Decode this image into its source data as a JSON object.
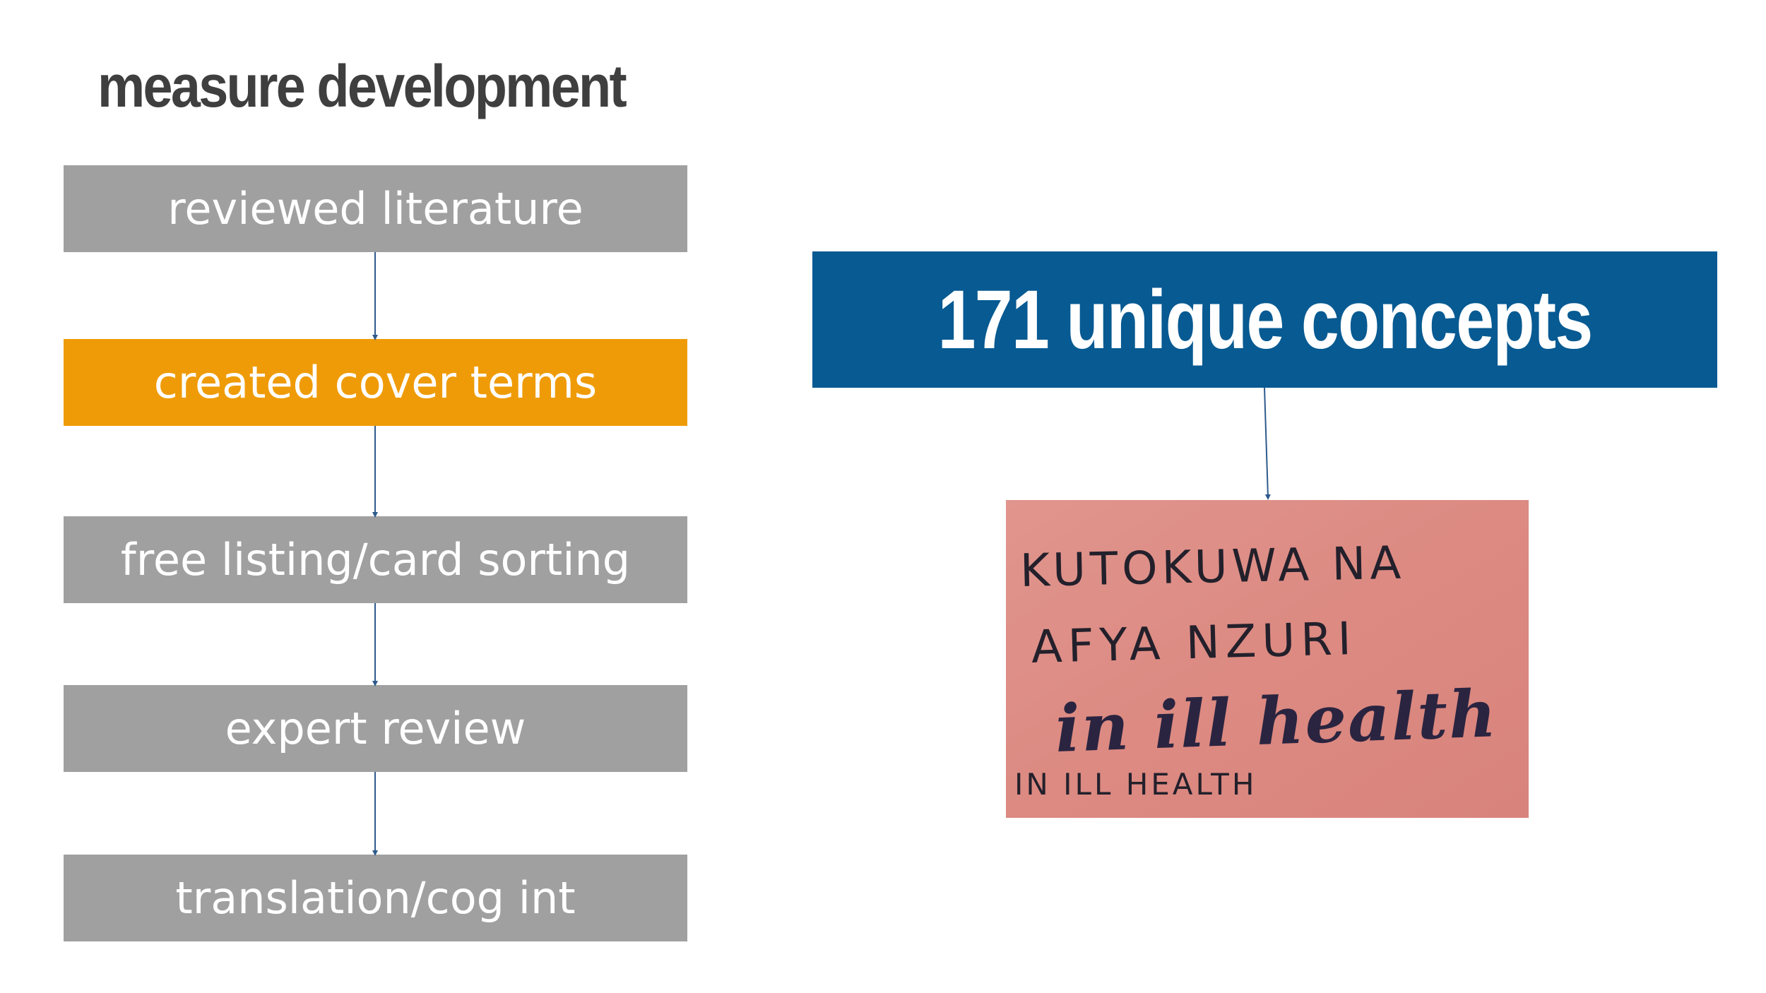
{
  "title": "measure development",
  "steps": [
    {
      "label": "reviewed literature",
      "highlight": false
    },
    {
      "label": "created cover terms",
      "highlight": true
    },
    {
      "label": "free listing/card sorting",
      "highlight": false
    },
    {
      "label": "expert review",
      "highlight": false
    },
    {
      "label": "translation/cog int",
      "highlight": false
    }
  ],
  "concepts": {
    "label": "171 unique concepts"
  },
  "card": {
    "line1": "KUTOKUWA  NA",
    "line2": "AFYA  NZURI",
    "line3": "in ill health",
    "line4": "IN  ILL HEALTH"
  },
  "colors": {
    "step_gray": "#a0a0a0",
    "step_highlight": "#ef9b08",
    "concepts_box": "#075a92",
    "card_background": "#dd8c84",
    "connector": "#2e5a8c",
    "title_text": "#3f3f3f"
  }
}
